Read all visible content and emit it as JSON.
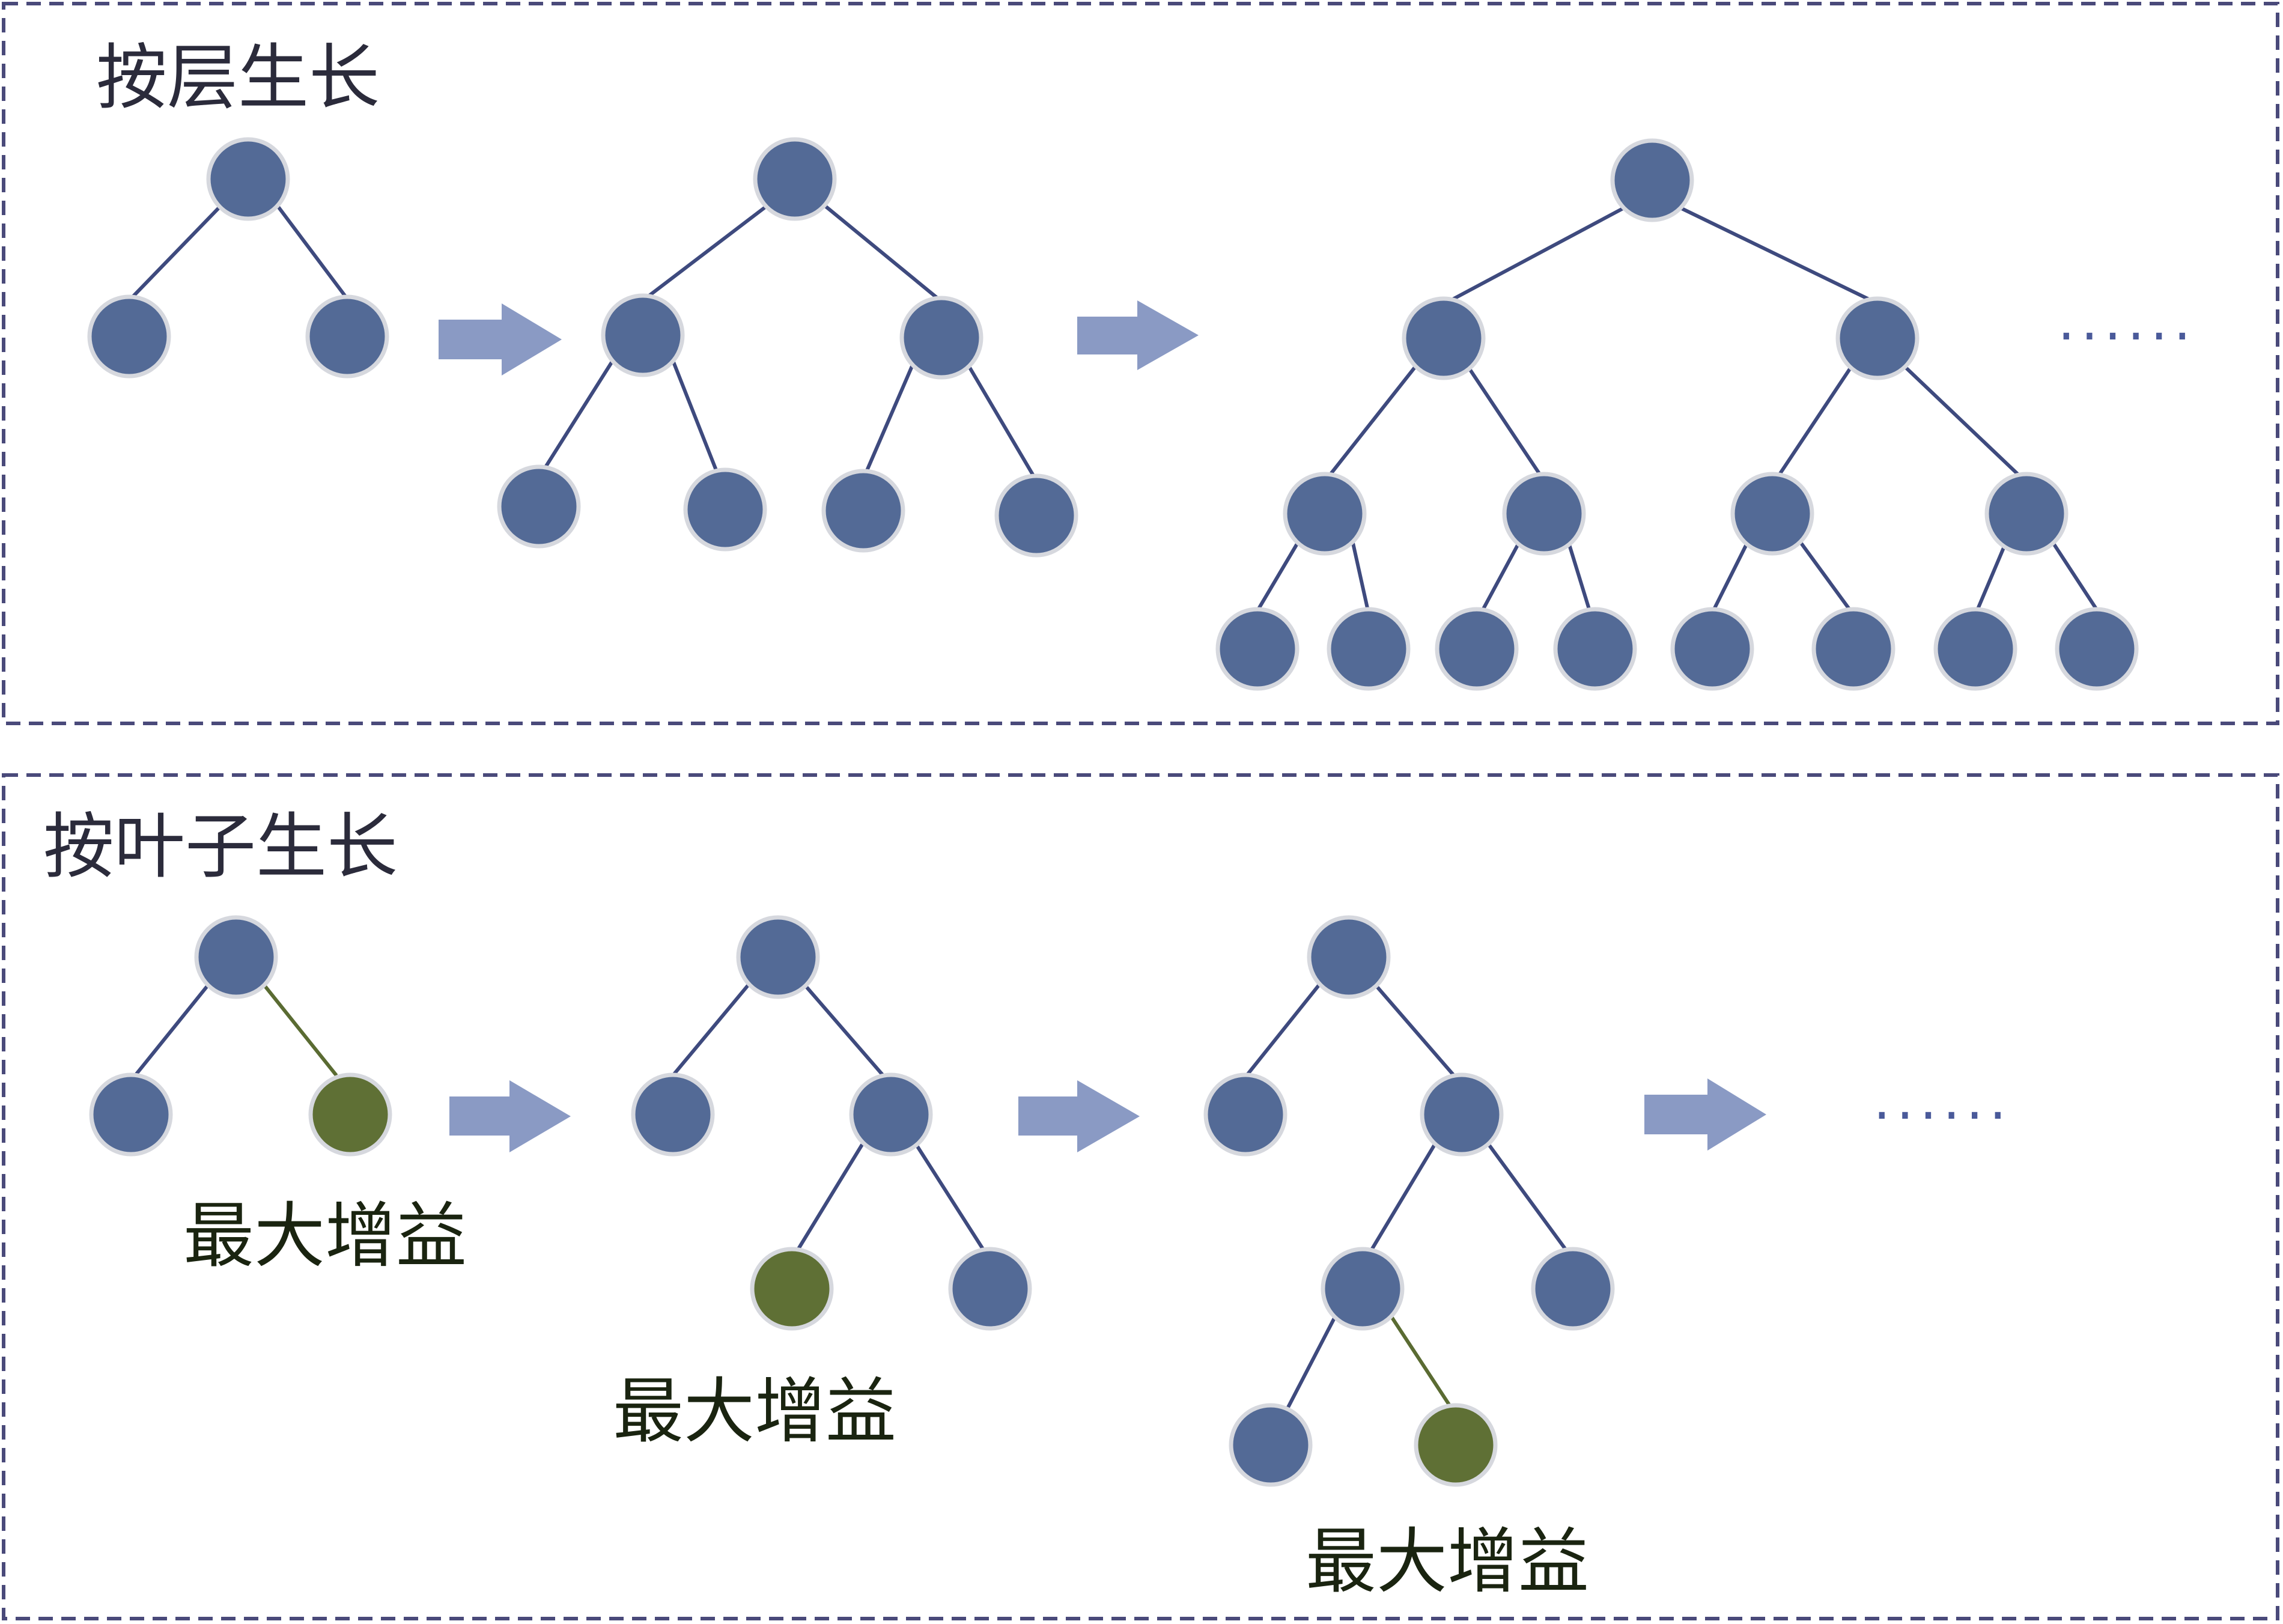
{
  "level_wise": {
    "title": "按层生长",
    "ellipsis": "......"
  },
  "leaf_wise": {
    "title": "按叶子生长",
    "ellipsis": "......",
    "gain_labels": [
      "最大增益",
      "最大增益",
      "最大增益"
    ]
  },
  "colors": {
    "node": "#536a96",
    "gain_node": "#5f7035",
    "edge": "#3e4a7e",
    "gain_edge": "#5a6b32",
    "arrow": "#8a9ac4",
    "border": "#4a4a7a"
  }
}
